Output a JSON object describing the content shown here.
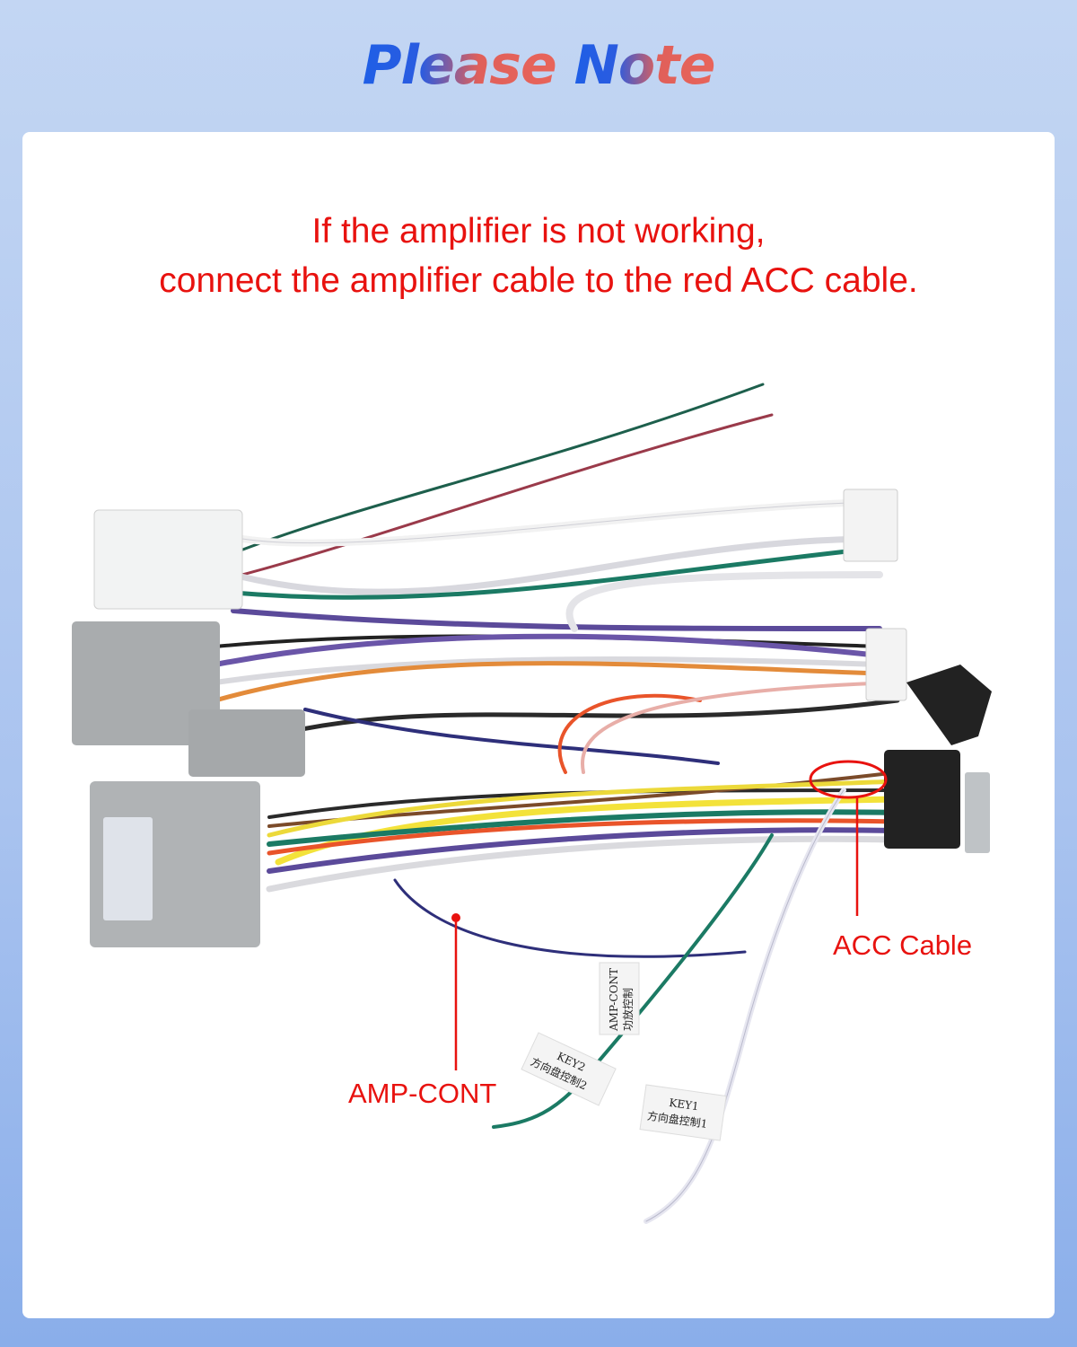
{
  "header": {
    "title_part1": "Please",
    "title_part2": "Note"
  },
  "notice": {
    "line1": "If the amplifier is not working,",
    "line2": "connect the amplifier cable to the red ACC cable."
  },
  "callouts": {
    "acc": "ACC Cable",
    "amp": "AMP-CONT"
  },
  "wire_tags": {
    "amp": {
      "line1": "AMP-CONT",
      "line2": "功放控制"
    },
    "key2": {
      "line1": "KEY2",
      "line2": "方向盘控制2"
    },
    "key1": {
      "line1": "KEY1",
      "line2": "方向盘控制1"
    }
  },
  "colors": {
    "accent_red": "#e8120f",
    "title_blue": "#1f5fe6",
    "title_red": "#e8645a"
  }
}
